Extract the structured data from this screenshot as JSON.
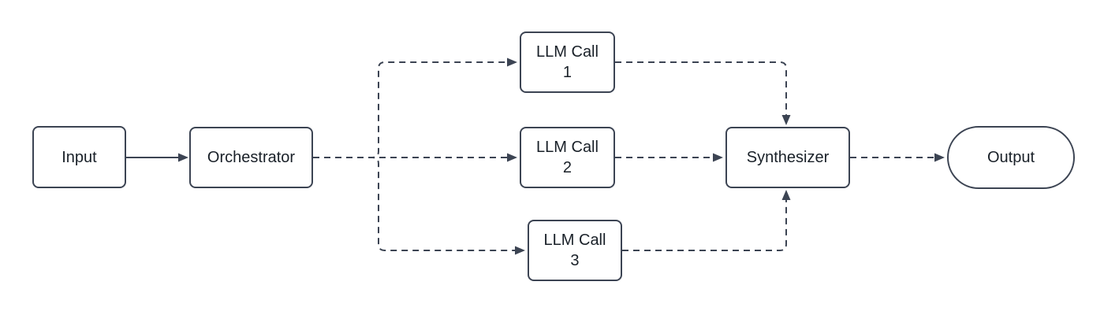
{
  "diagram": {
    "type": "flowchart",
    "pattern_name": "orchestrator-workers",
    "colors": {
      "background": "#ffffff",
      "node_fill": "#ffffff",
      "stroke": "#3c4453",
      "text": "#192028"
    },
    "nodes": [
      {
        "id": "input",
        "label": "Input",
        "shape": "rounded-rectangle"
      },
      {
        "id": "orchestrator",
        "label": "Orchestrator",
        "shape": "rounded-rectangle"
      },
      {
        "id": "llm-call-1",
        "label": "LLM Call 1",
        "label_lines": [
          "LLM Call",
          "1"
        ],
        "shape": "rounded-rectangle"
      },
      {
        "id": "llm-call-2",
        "label": "LLM Call 2",
        "label_lines": [
          "LLM Call",
          "2"
        ],
        "shape": "rounded-rectangle"
      },
      {
        "id": "llm-call-3",
        "label": "LLM Call 3",
        "label_lines": [
          "LLM Call",
          "3"
        ],
        "shape": "rounded-rectangle"
      },
      {
        "id": "synthesizer",
        "label": "Synthesizer",
        "shape": "rounded-rectangle"
      },
      {
        "id": "output",
        "label": "Output",
        "shape": "stadium"
      }
    ],
    "edges": [
      {
        "from": "Input",
        "to": "Orchestrator",
        "style": "solid",
        "arrow": "filled-triangle"
      },
      {
        "from": "Orchestrator",
        "to": "LLM Call 1",
        "style": "dashed",
        "arrow": "filled-triangle"
      },
      {
        "from": "Orchestrator",
        "to": "LLM Call 2",
        "style": "dashed",
        "arrow": "filled-triangle"
      },
      {
        "from": "Orchestrator",
        "to": "LLM Call 3",
        "style": "dashed",
        "arrow": "filled-triangle"
      },
      {
        "from": "LLM Call 1",
        "to": "Synthesizer",
        "style": "dashed",
        "arrow": "filled-triangle"
      },
      {
        "from": "LLM Call 2",
        "to": "Synthesizer",
        "style": "dashed",
        "arrow": "filled-triangle"
      },
      {
        "from": "LLM Call 3",
        "to": "Synthesizer",
        "style": "dashed",
        "arrow": "filled-triangle"
      },
      {
        "from": "Synthesizer",
        "to": "Output",
        "style": "dashed",
        "arrow": "filled-triangle"
      }
    ]
  }
}
